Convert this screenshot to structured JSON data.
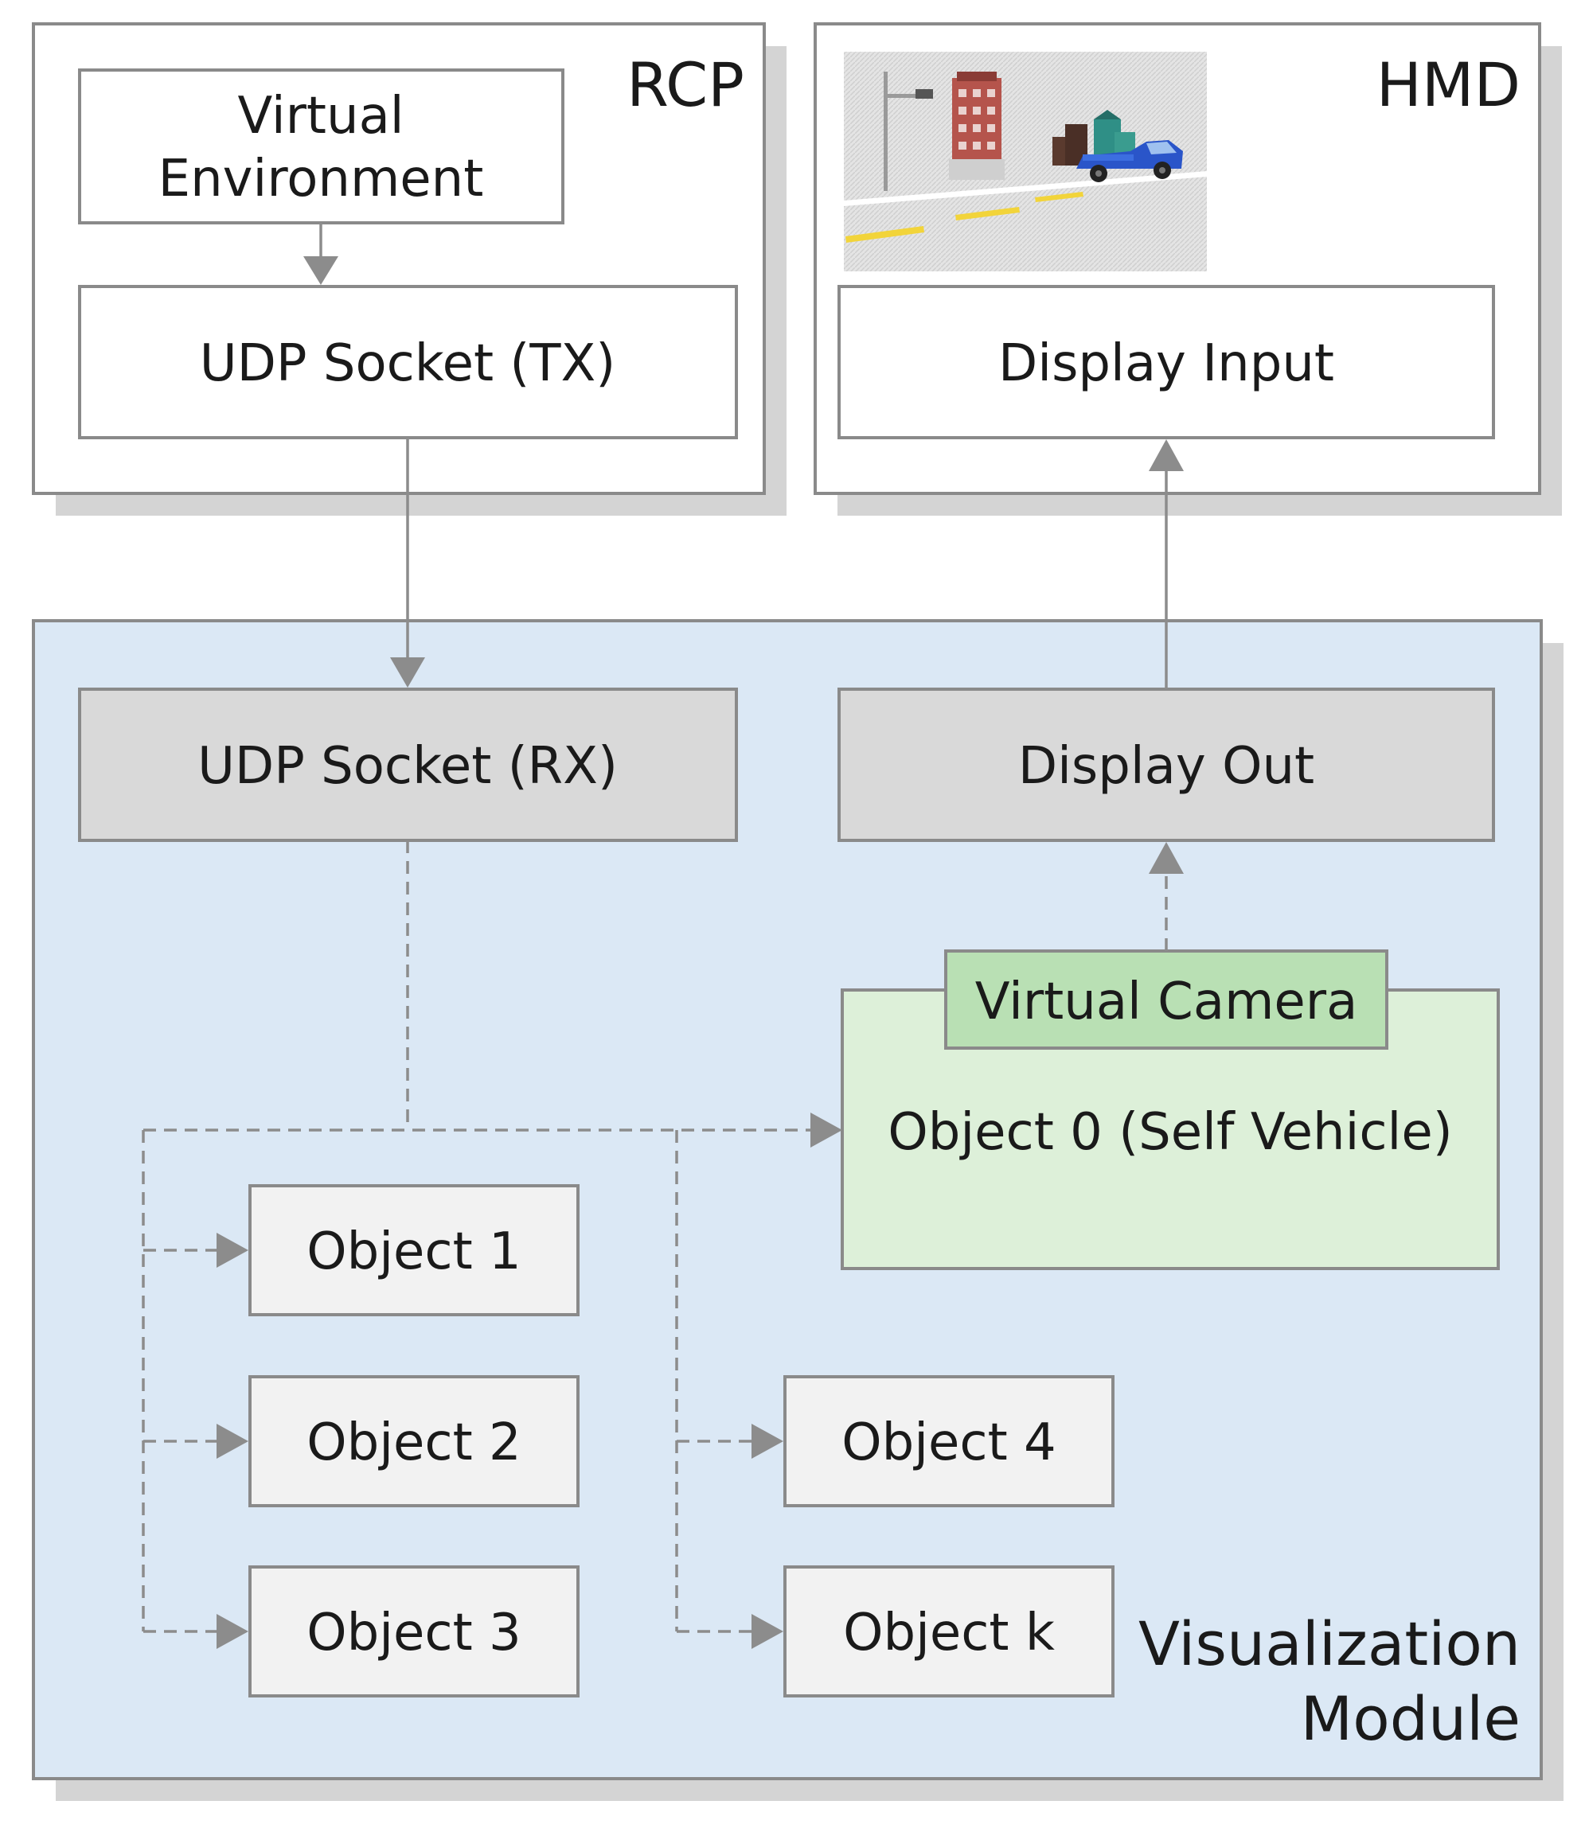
{
  "rcp": {
    "title": "RCP",
    "virtual_environment": [
      "Virtual",
      "Environment"
    ],
    "udp_tx": "UDP Socket (TX)"
  },
  "hmd": {
    "title": "HMD",
    "scene_image": "street-scene-thumbnail",
    "display_input": "Display Input"
  },
  "visualization": {
    "title": [
      "Visualization",
      "Module"
    ],
    "udp_rx": "UDP Socket (RX)",
    "display_out": "Display Out",
    "virtual_camera": "Virtual Camera",
    "self_vehicle": "Object 0 (Self Vehicle)",
    "objects": [
      "Object 1",
      "Object 2",
      "Object 3",
      "Object 4",
      "Object k"
    ]
  },
  "colors": {
    "module_background": "#dbe8f5",
    "grey_box": "#d9d9d9",
    "object_box": "#f2f2f2",
    "camera_green": "#b9e0b4",
    "self_vehicle_green": "#ddf0d9",
    "shadow": "#d4d4d4",
    "connector": "#8c8c8c"
  }
}
